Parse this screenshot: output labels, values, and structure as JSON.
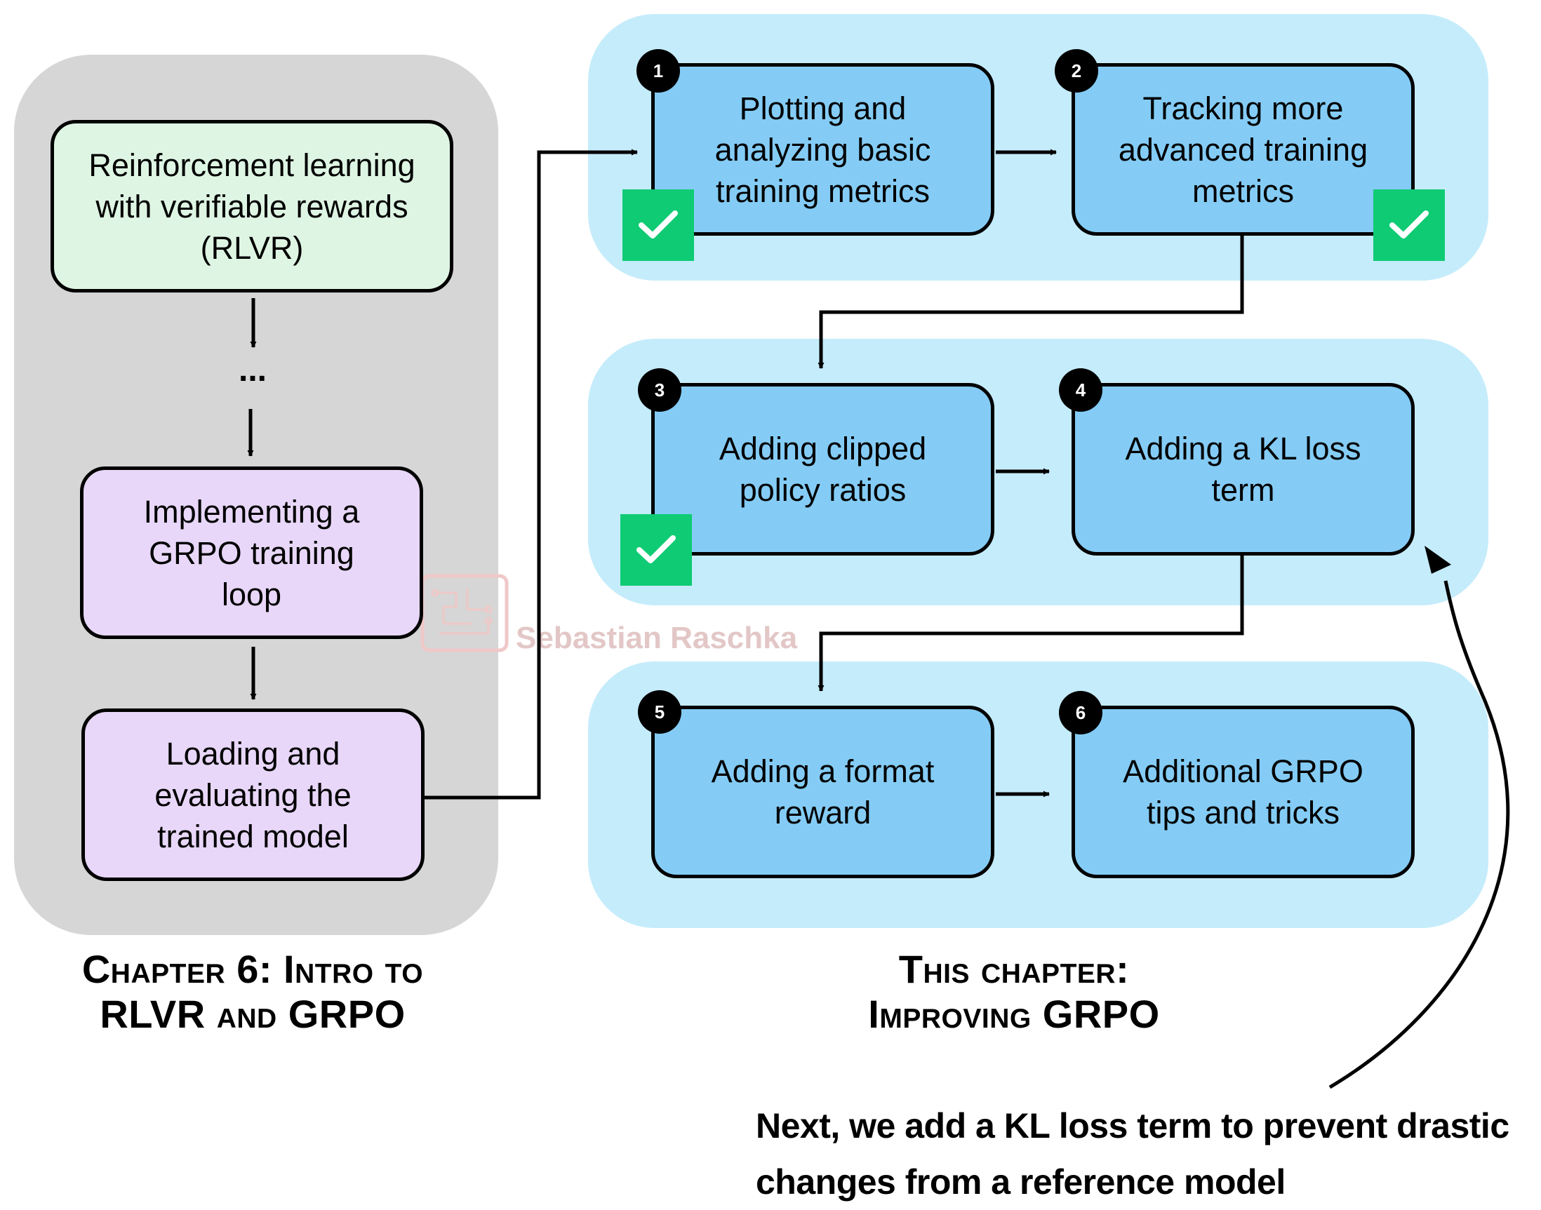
{
  "left_panel": {
    "nodes": [
      {
        "lines": [
          "Reinforcement learning",
          "with verifiable rewards",
          "(RLVR)"
        ]
      },
      {
        "lines": [
          "Implementing a",
          "GRPO training",
          "loop"
        ]
      },
      {
        "lines": [
          "Loading and",
          "evaluating the",
          "trained model"
        ]
      }
    ],
    "ellipsis": "...",
    "caption": [
      "Chapter 6: Intro to",
      "RLVR and GRPO"
    ]
  },
  "right_panel": {
    "steps": [
      {
        "number": "1",
        "lines": [
          "Plotting and",
          "analyzing basic",
          "training metrics"
        ],
        "done": true
      },
      {
        "number": "2",
        "lines": [
          "Tracking more",
          "advanced training",
          "metrics"
        ],
        "done": true
      },
      {
        "number": "3",
        "lines": [
          "Adding clipped",
          "policy ratios"
        ],
        "done": true
      },
      {
        "number": "4",
        "lines": [
          "Adding a KL loss",
          "term"
        ],
        "done": false
      },
      {
        "number": "5",
        "lines": [
          "Adding a format",
          "reward"
        ],
        "done": false
      },
      {
        "number": "6",
        "lines": [
          "Additional GRPO",
          "tips and tricks"
        ],
        "done": false
      }
    ],
    "caption": [
      "This chapter:",
      "Improving GRPO"
    ]
  },
  "annotation": {
    "lines": [
      "Next, we add a KL loss term to prevent drastic",
      "changes from a reference model"
    ]
  },
  "watermark": "Sebastian Raschka",
  "colors": {
    "gray_panel": "#d6d6d6",
    "blue_panel": "#c5ecfb",
    "green_node": "#def5e3",
    "purple_node": "#e8d7f8",
    "blue_node": "#84ccf5",
    "check": "#0fcb74"
  },
  "icons": {
    "check": "check-icon",
    "arrow": "arrow-icon",
    "logo": "watermark-logo-icon"
  }
}
